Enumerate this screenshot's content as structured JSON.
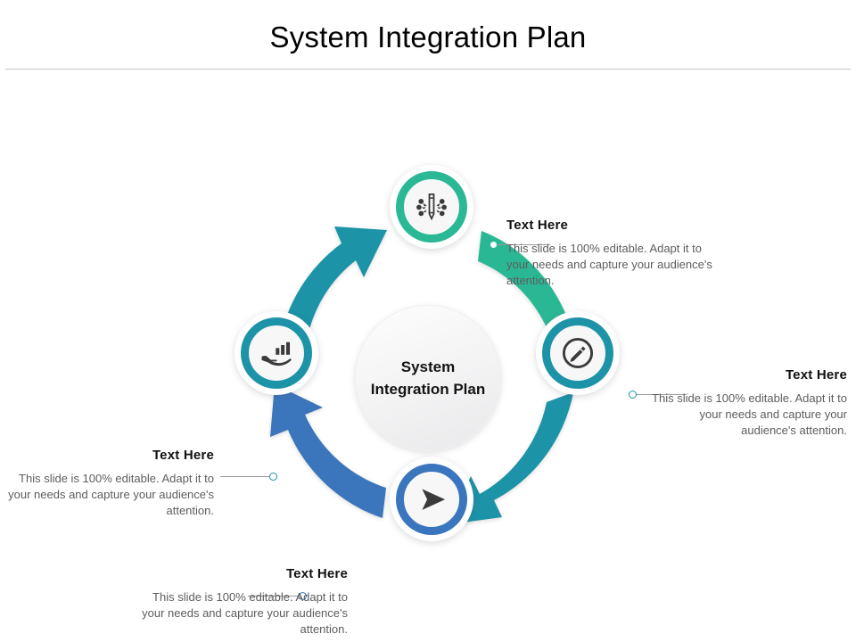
{
  "slide": {
    "title": "System Integration Plan",
    "center_label_line1": "System",
    "center_label_line2": "Integration Plan"
  },
  "colors": {
    "accent_green": "#2bb894",
    "accent_teal": "#1d93a7",
    "accent_blue": "#3a76bd",
    "icon_dark": "#3b3b3b",
    "heading": "#111111",
    "body_text": "#5d5d5d",
    "divider": "#c9c9c9",
    "hub_text": "#141414"
  },
  "nodes": [
    {
      "id": "top",
      "icon": "pencil-idea-icon",
      "ring_color": "#2bb894",
      "heading": "Text Here",
      "body": "This slide is 100% editable.  Adapt it to your needs and capture your audience's attention.",
      "align": "left"
    },
    {
      "id": "right",
      "icon": "edit-circle-icon",
      "ring_color": "#1d93a7",
      "heading": "Text Here",
      "body": "This slide is 100% editable.  Adapt it to your needs and capture your audience's attention.",
      "align": "right"
    },
    {
      "id": "bottom",
      "icon": "cursor-arrow-icon",
      "ring_color": "#3a76bd",
      "heading": "Text Here",
      "body": "This slide is 100% editable.  Adapt it to your needs and capture your audience's attention.",
      "align": "right"
    },
    {
      "id": "left",
      "icon": "hand-growth-chart-icon",
      "ring_color": "#1d93a7",
      "heading": "Text Here",
      "body": "This slide is 100% editable.  Adapt it to your needs and capture your audience's attention.",
      "align": "right"
    }
  ],
  "arrows": [
    {
      "id": "left-to-top",
      "color": "#1d93a7",
      "direction": "up-right"
    },
    {
      "id": "top-to-right",
      "color": "#2bb894",
      "direction": "down-right"
    },
    {
      "id": "right-to-bottom",
      "color": "#1d93a7",
      "direction": "down-left"
    },
    {
      "id": "bottom-to-left",
      "color": "#3a76bd",
      "direction": "up-left"
    }
  ]
}
